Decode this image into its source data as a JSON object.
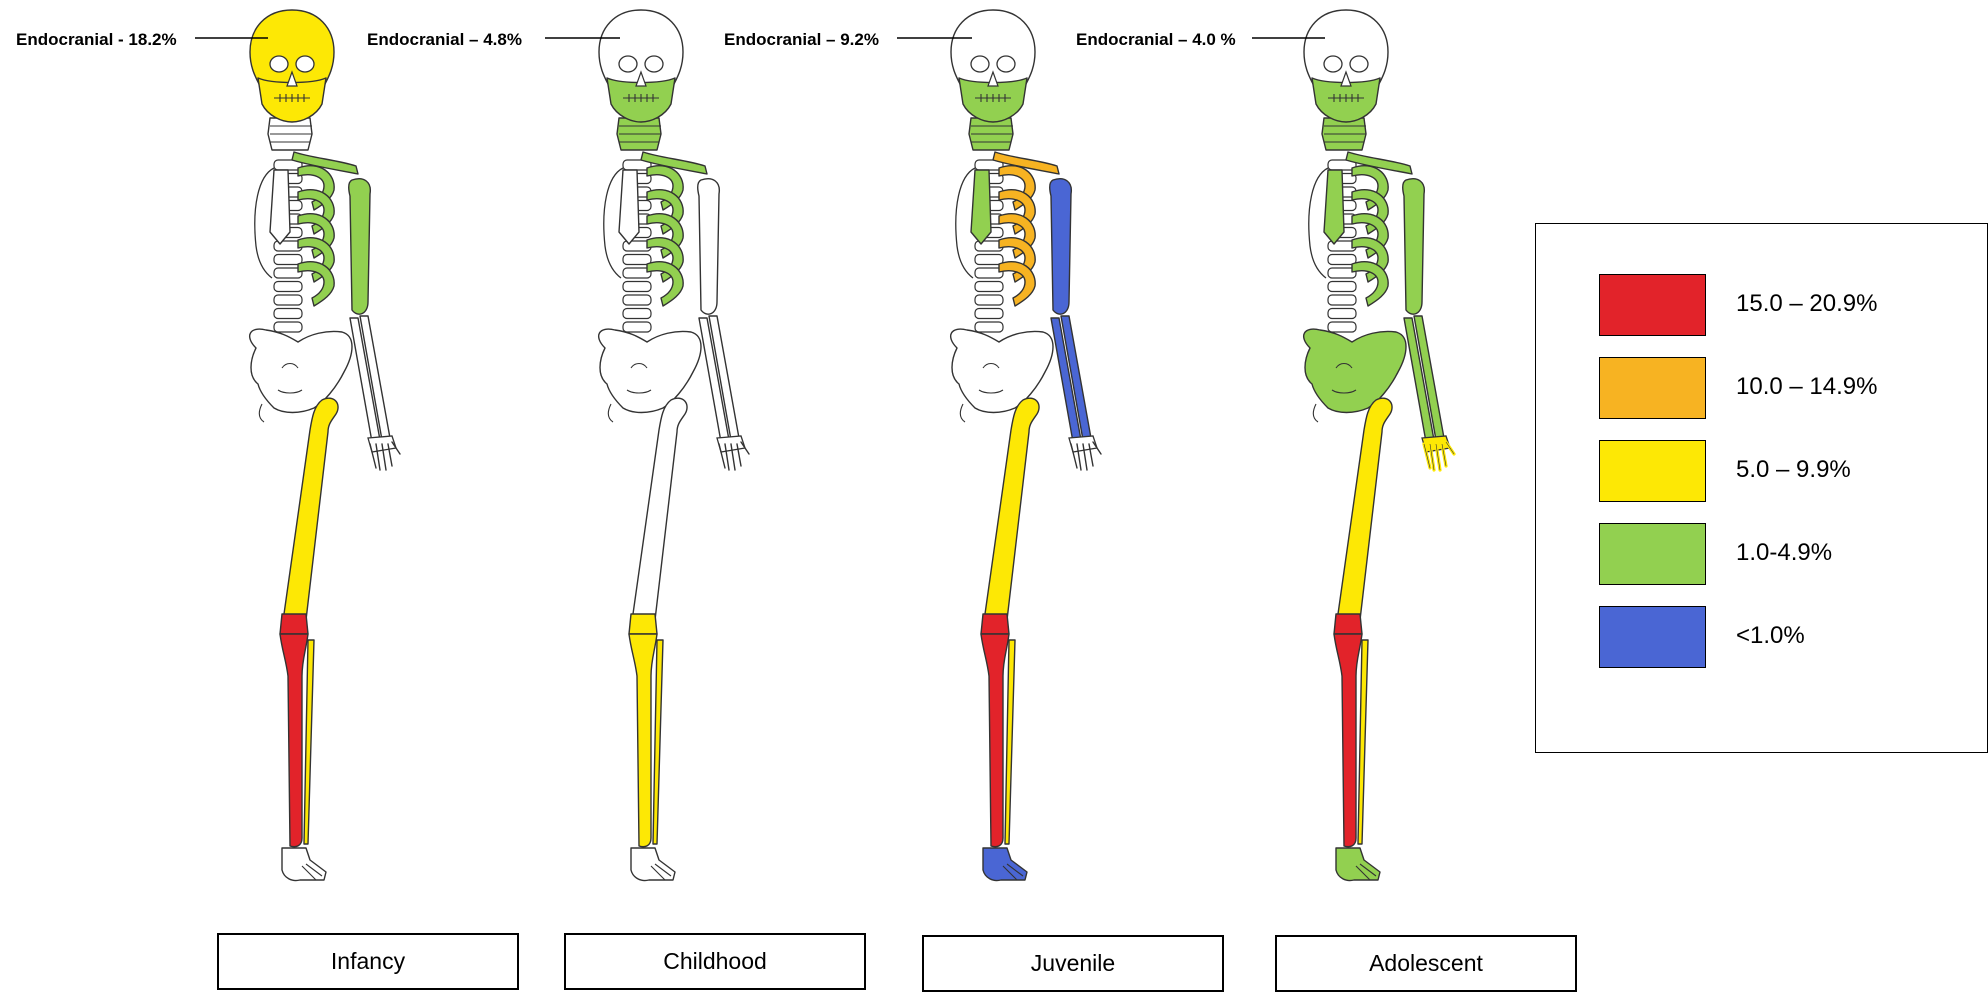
{
  "colors": {
    "red": "#e2232a",
    "orange": "#f7b322",
    "yellow": "#fde805",
    "green": "#92d050",
    "blue": "#4a66d4",
    "none": "#ffffff",
    "outline": "#333333"
  },
  "stages": [
    {
      "name": "Infancy",
      "endocranial": "Endocranial - 18.2%",
      "skull": "yellow",
      "jaw": "yellow",
      "neck": "none",
      "clavicle": "green",
      "ribs": "green",
      "sternum": "none",
      "humerus": "green",
      "forearm": "none",
      "hand": "none",
      "pelvis": "none",
      "femur": "yellow",
      "tibia": "red",
      "fibula": "yellow",
      "foot": "none"
    },
    {
      "name": "Childhood",
      "endocranial": "Endocranial – 4.8%",
      "skull": "none",
      "jaw": "green",
      "neck": "green",
      "clavicle": "green",
      "ribs": "green",
      "sternum": "none",
      "humerus": "none",
      "forearm": "none",
      "hand": "none",
      "pelvis": "none",
      "femur": "none",
      "tibia": "yellow",
      "fibula": "yellow",
      "foot": "none"
    },
    {
      "name": "Juvenile",
      "endocranial": "Endocranial – 9.2%",
      "skull": "none",
      "jaw": "green",
      "neck": "green",
      "clavicle": "orange",
      "ribs": "orange",
      "sternum": "green",
      "humerus": "blue",
      "forearm": "blue",
      "hand": "none",
      "pelvis": "none",
      "femur": "yellow",
      "tibia": "red",
      "fibula": "yellow",
      "foot": "blue"
    },
    {
      "name": "Adolescent",
      "endocranial": "Endocranial – 4.0 %",
      "skull": "none",
      "jaw": "green",
      "neck": "green",
      "clavicle": "green",
      "ribs": "green",
      "sternum": "green",
      "humerus": "green",
      "forearm": "green",
      "hand": "yellow",
      "pelvis": "green",
      "femur": "yellow",
      "tibia": "red",
      "fibula": "yellow",
      "foot": "green"
    }
  ],
  "legend": [
    {
      "label": "15.0 – 20.9%",
      "color": "red"
    },
    {
      "label": "10.0 – 14.9%",
      "color": "orange"
    },
    {
      "label": "5.0 – 9.9%",
      "color": "yellow"
    },
    {
      "label": "1.0-4.9%",
      "color": "green"
    },
    {
      "label": "<1.0%",
      "color": "blue"
    }
  ]
}
